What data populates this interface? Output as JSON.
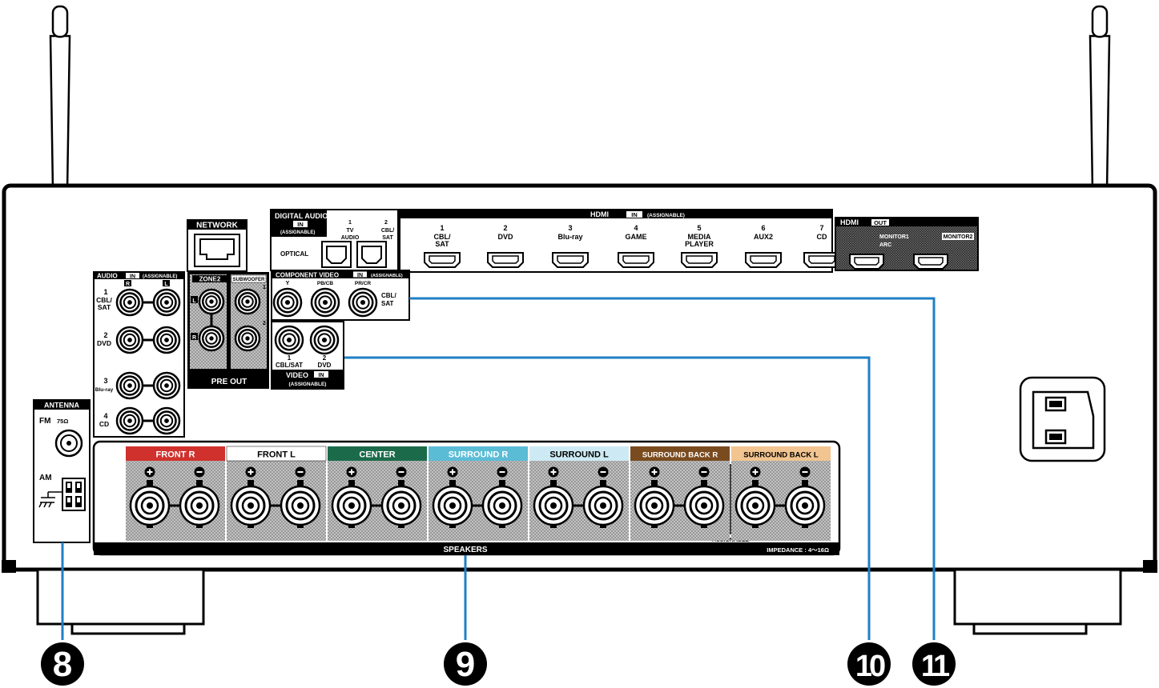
{
  "network": {
    "title": "NETWORK"
  },
  "digital_audio": {
    "title": "DIGITAL AUDIO",
    "in_badge": "IN",
    "assignable": "(ASSIGNABLE)",
    "optical": "OPTICAL",
    "port1_num": "1",
    "port1_label1": "TV",
    "port1_label2": "AUDIO",
    "port2_num": "2",
    "port2_label1": "CBL/",
    "port2_label2": "SAT"
  },
  "hdmi_in": {
    "title": "HDMI",
    "in_badge": "IN",
    "assignable": "(ASSIGNABLE)",
    "ports": [
      {
        "num": "1",
        "l1": "CBL/",
        "l2": "SAT"
      },
      {
        "num": "2",
        "l1": "DVD",
        "l2": ""
      },
      {
        "num": "3",
        "l1": "Blu-ray",
        "l2": ""
      },
      {
        "num": "4",
        "l1": "GAME",
        "l2": ""
      },
      {
        "num": "5",
        "l1": "MEDIA",
        "l2": "PLAYER"
      },
      {
        "num": "6",
        "l1": "AUX2",
        "l2": ""
      },
      {
        "num": "7",
        "l1": "CD",
        "l2": ""
      }
    ]
  },
  "hdmi_out": {
    "title": "HDMI",
    "out_badge": "OUT",
    "monitor1": "MONITOR1",
    "arc": "ARC",
    "monitor2": "MONITOR2"
  },
  "audio_in": {
    "title": "AUDIO",
    "in_badge": "IN",
    "assignable": "(ASSIGNABLE)",
    "r": "R",
    "l": "L",
    "rows": [
      {
        "num": "1",
        "l1": "CBL/",
        "l2": "SAT"
      },
      {
        "num": "2",
        "l1": "DVD",
        "l2": ""
      },
      {
        "num": "3",
        "l1": "Blu-ray",
        "l2": ""
      },
      {
        "num": "4",
        "l1": "CD",
        "l2": ""
      }
    ]
  },
  "pre_out": {
    "zone2": "ZONE2",
    "subwoofer": "SUBWOOFER",
    "l": "L",
    "r": "R",
    "sub1": "1",
    "sub2": "2",
    "title": "PRE OUT"
  },
  "component_video": {
    "title": "COMPONENT VIDEO",
    "in_badge": "IN",
    "assignable": "(ASSIGNABLE)",
    "y": "Y",
    "pb": "PB/CB",
    "pr": "PR/CR",
    "input_l1": "CBL/",
    "input_l2": "SAT"
  },
  "video_in": {
    "p1_num": "1",
    "p1_label": "CBL/SAT",
    "p2_num": "2",
    "p2_label": "DVD",
    "title": "VIDEO",
    "in_badge": "IN",
    "assignable": "(ASSIGNABLE)"
  },
  "antenna": {
    "title": "ANTENNA",
    "fm": "FM",
    "ohm": "75Ω",
    "am": "AM"
  },
  "speakers": {
    "title": "SPEAKERS",
    "assignable": "ASSIGNABLE",
    "impedance": "IMPEDANCE : 4～16Ω",
    "channels": [
      {
        "label": "FRONT R",
        "bg": "#d0312d",
        "fg": "#ffffff"
      },
      {
        "label": "FRONT L",
        "bg": "#ffffff",
        "fg": "#000000"
      },
      {
        "label": "CENTER",
        "bg": "#1b6b4b",
        "fg": "#ffffff"
      },
      {
        "label": "SURROUND R",
        "bg": "#5bbcd6",
        "fg": "#ffffff"
      },
      {
        "label": "SURROUND L",
        "bg": "#cdeaf4",
        "fg": "#000000"
      },
      {
        "label": "SURROUND BACK R",
        "bg": "#7a4b1f",
        "fg": "#ffffff"
      },
      {
        "label": "SURROUND BACK L",
        "bg": "#f2c48f",
        "fg": "#000000"
      }
    ]
  },
  "callouts": [
    {
      "num": "8",
      "icon": "circled-number-8"
    },
    {
      "num": "9",
      "icon": "circled-number-9"
    },
    {
      "num": "10",
      "icon": "circled-number-10"
    },
    {
      "num": "11",
      "icon": "circled-number-11"
    }
  ],
  "colors": {
    "callout_line": "#1f7fc4",
    "panel_stroke": "#000000",
    "hatch": "#9a9a9a"
  }
}
